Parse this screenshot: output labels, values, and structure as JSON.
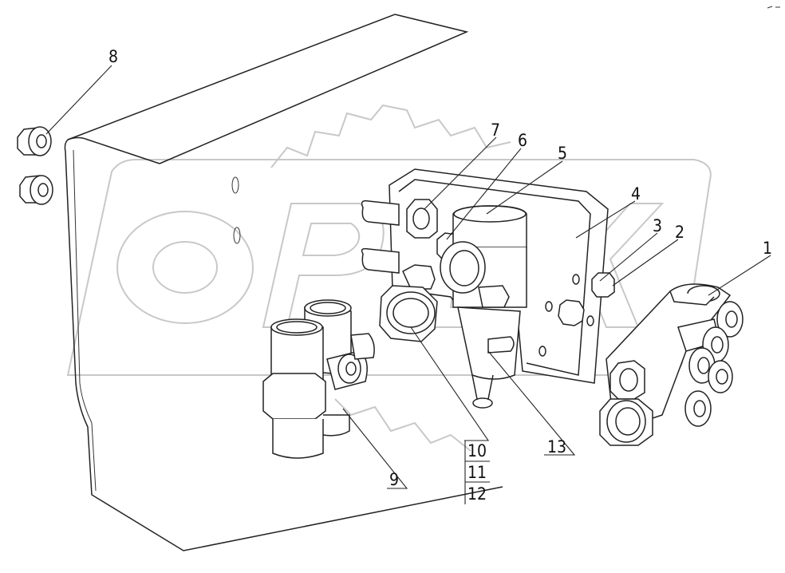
{
  "callouts": [
    {
      "id": "1",
      "label": "1"
    },
    {
      "id": "2",
      "label": "2"
    },
    {
      "id": "3",
      "label": "3"
    },
    {
      "id": "4",
      "label": "4"
    },
    {
      "id": "5",
      "label": "5"
    },
    {
      "id": "6",
      "label": "6"
    },
    {
      "id": "7",
      "label": "7"
    },
    {
      "id": "8",
      "label": "8"
    },
    {
      "id": "9",
      "label": "9"
    },
    {
      "id": "10",
      "label": "10"
    },
    {
      "id": "11",
      "label": "11"
    },
    {
      "id": "12",
      "label": "12"
    },
    {
      "id": "13",
      "label": "13"
    }
  ],
  "watermark": {
    "text": "OPEX",
    "color": "#c8c8c8"
  },
  "line_color": "#222222"
}
